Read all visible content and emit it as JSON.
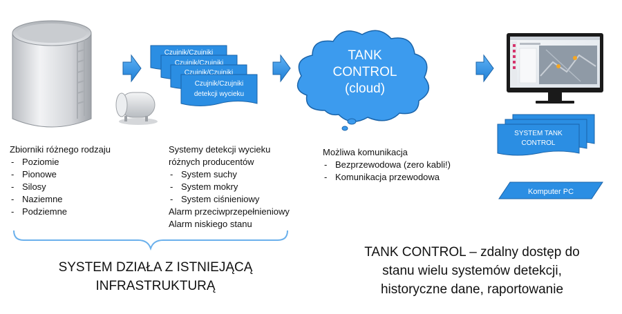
{
  "sensors": {
    "card_label_line1": "Czujnik/Czujniki",
    "card_label_line2": "detekcji wycieku"
  },
  "cloud": {
    "line1": "TANK",
    "line2": "CONTROL",
    "line3": "(cloud)"
  },
  "software": {
    "system_line1": "SYSTEM TANK",
    "system_line2": "CONTROL",
    "computer_label": "Komputer PC"
  },
  "tanks_text": {
    "heading": "Zbiorniki różnego rodzaju",
    "items": [
      "Poziomie",
      "Pionowe",
      "Silosy",
      "Naziemne",
      "Podziemne"
    ]
  },
  "detection_text": {
    "heading_line1": "Systemy detekcji wycieku",
    "heading_line2": "różnych producentów",
    "items": [
      "System suchy",
      "System mokry",
      "System ciśnieniowy"
    ],
    "extra_line1": "Alarm przeciwprzepełnieniowy",
    "extra_line2": "Alarm niskiego stanu"
  },
  "communication_text": {
    "heading": "Możliwa komunikacja",
    "items": [
      "Bezprzewodowa (zero kabli!)",
      "Komunikacja przewodowa"
    ]
  },
  "bottom": {
    "left_line1": "SYSTEM DZIAŁA Z ISTNIEJĄCĄ",
    "left_line2": "INFRASTRUKTURĄ",
    "right_line1": "TANK CONTROL – zdalny dostęp do",
    "right_line2": "stanu wielu systemów detekcji,",
    "right_line3": "historyczne dane, raportowanie"
  },
  "colors": {
    "accent_blue": "#2b8ee3",
    "accent_stroke": "#1a63a8",
    "cloud_fill": "#3c9bee",
    "brace": "#6ab0ec"
  }
}
